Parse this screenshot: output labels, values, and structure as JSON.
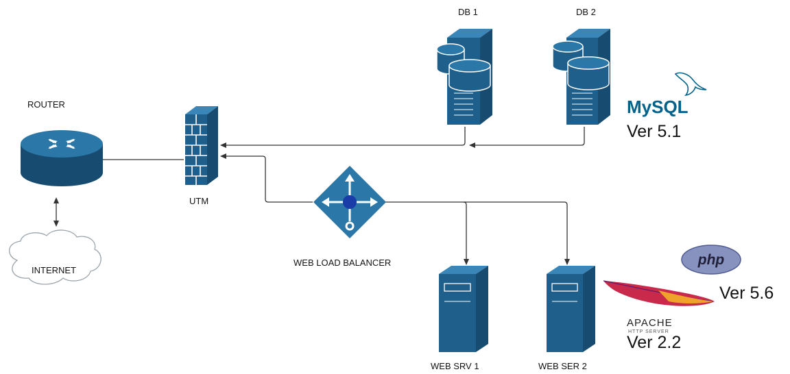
{
  "labels": {
    "router": "ROUTER",
    "internet": "INTERNET",
    "utm": "UTM",
    "load_balancer": "WEB LOAD BALANCER",
    "db1": "DB 1",
    "db2": "DB 2",
    "web1": "WEB SRV 1",
    "web2": "WEB SER 2"
  },
  "software": {
    "mysql": {
      "logo": "MySQL",
      "version": "Ver 5.1"
    },
    "php": {
      "logo": "php",
      "version": "Ver 5.6"
    },
    "apache": {
      "logo": "APACHE",
      "sub": "HTTP SERVER",
      "version": "Ver 2.2"
    }
  },
  "colors": {
    "device": "#1f5f8b",
    "device_dark": "#174c70",
    "mysql_blue": "#00618a",
    "mysql_orange": "#e48e00",
    "php_purple": "#8892bf"
  }
}
